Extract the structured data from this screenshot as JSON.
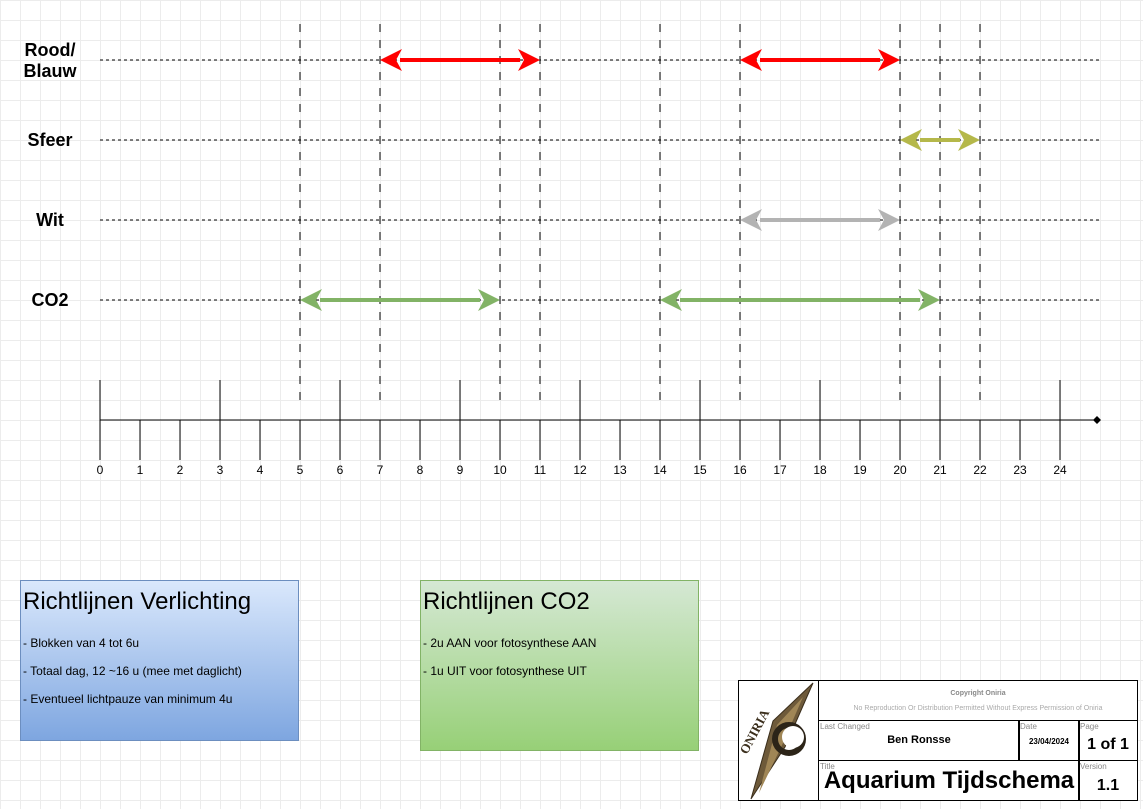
{
  "rows": [
    {
      "label": "Rood/\nBlauw",
      "segments": [
        [
          7,
          11
        ],
        [
          16,
          20
        ]
      ],
      "color": "#ff0000"
    },
    {
      "label": "Sfeer",
      "segments": [
        [
          20,
          22
        ]
      ],
      "color": "#b5b84a"
    },
    {
      "label": "Wit",
      "segments": [
        [
          16,
          20
        ]
      ],
      "color": "#b3b3b3"
    },
    {
      "label": "CO2",
      "segments": [
        [
          5,
          10
        ],
        [
          14,
          21
        ]
      ],
      "color": "#82b366"
    }
  ],
  "axis": {
    "ticks": [
      "0",
      "1",
      "2",
      "3",
      "4",
      "5",
      "6",
      "7",
      "8",
      "9",
      "10",
      "11",
      "12",
      "13",
      "14",
      "15",
      "16",
      "17",
      "18",
      "19",
      "20",
      "21",
      "22",
      "23",
      "24"
    ],
    "markers": [
      5,
      7,
      10,
      11,
      14,
      16,
      20,
      21,
      22
    ]
  },
  "lighting": {
    "title": "Richtlijnen Verlichting",
    "lines": [
      "- Blokken van 4 tot 6u",
      "- Totaal dag, 12 ~16 u (mee met daglicht)",
      "- Eventueel lichtpauze van minimum 4u"
    ]
  },
  "co2": {
    "title": "Richtlijnen CO2",
    "lines": [
      "- 2u AAN voor fotosynthese AAN",
      "- 1u UIT voor fotosynthese UIT"
    ]
  },
  "titleblock": {
    "logo_text": "ONIRIA",
    "copyright": "Copyright Oniria",
    "notice": "No Reproduction Or Distribution Permitted Without Express Permission of Oniria",
    "last_changed_label": "Last Changed",
    "last_changed": "Ben Ronsse",
    "date_label": "Date",
    "date": "23/04/2024",
    "page_label": "Page",
    "page": "1 of 1",
    "title_label": "Title",
    "title": "Aquarium Tijdschema",
    "version_label": "Version",
    "version": "1.1"
  }
}
